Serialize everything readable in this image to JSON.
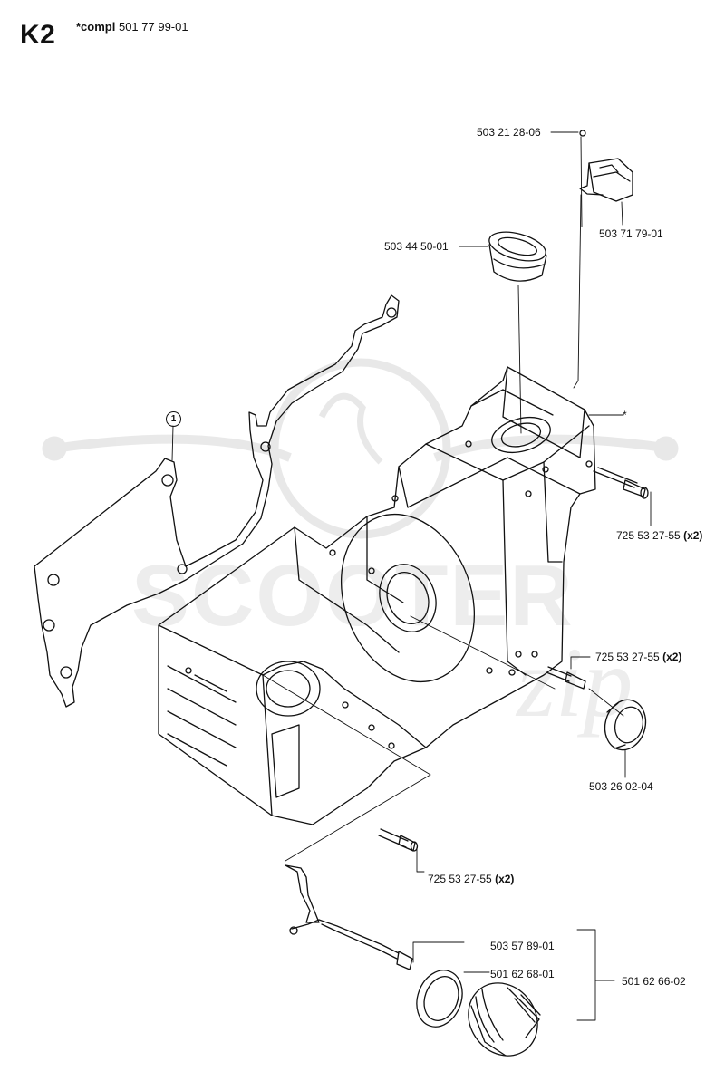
{
  "header": {
    "code": "K2",
    "compl_prefix": "*compl",
    "compl_number": "501 77 99-01"
  },
  "watermark": {
    "brand": "SCOOTER",
    "script": "zip"
  },
  "callout_ref": "1",
  "asterisk": "*",
  "parts": {
    "p1": {
      "number": "503 21 28-06",
      "qty": ""
    },
    "p2": {
      "number": "503 71 79-01",
      "qty": ""
    },
    "p3": {
      "number": "503 44 50-01",
      "qty": ""
    },
    "p4": {
      "number": "725 53 27-55",
      "qty": "(x2)"
    },
    "p5": {
      "number": "725 53 27-55",
      "qty": "(x2)"
    },
    "p6": {
      "number": "503 26 02-04",
      "qty": ""
    },
    "p7": {
      "number": "725 53 27-55",
      "qty": "(x2)"
    },
    "p8": {
      "number": "503 57 89-01",
      "qty": ""
    },
    "p9": {
      "number": "501 62 68-01",
      "qty": ""
    },
    "p10": {
      "number": "501 62 66-02",
      "qty": ""
    }
  }
}
